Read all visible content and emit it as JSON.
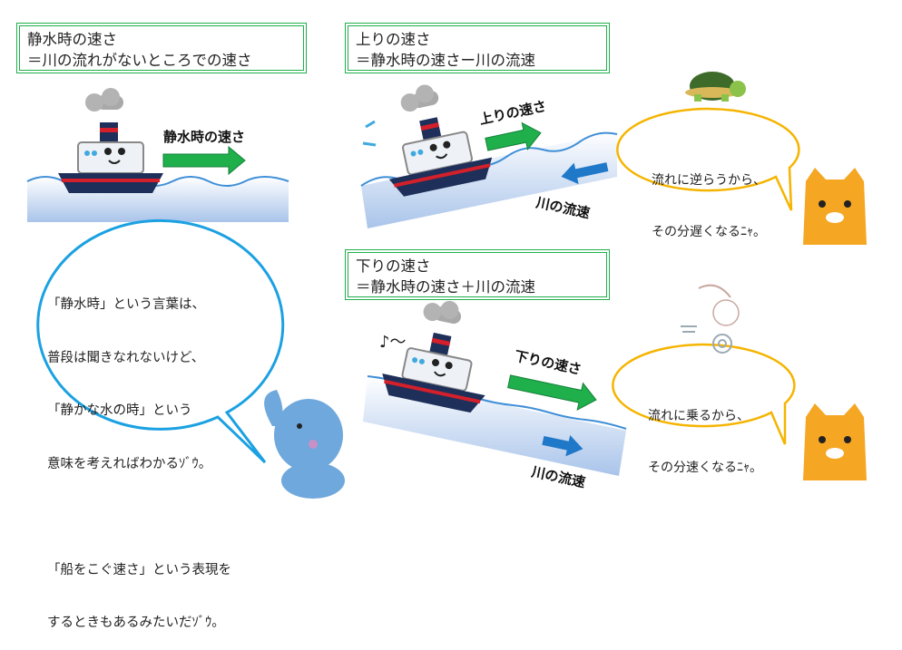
{
  "boxes": {
    "still": {
      "line1": "静水時の速さ",
      "line2": "＝川の流れがないところでの速さ"
    },
    "upstream": {
      "line1": "上りの速さ",
      "line2": "＝静水時の速さー川の流速"
    },
    "downstream": {
      "line1": "下りの速さ",
      "line2": "＝静水時の速さ＋川の流速"
    }
  },
  "labels": {
    "still_speed": "静水時の速さ",
    "up_speed": "上りの速さ",
    "down_speed": "下りの速さ",
    "current_up": "川の流速",
    "current_down": "川の流速",
    "humming": "♪～"
  },
  "bubbles": {
    "elephant": {
      "lines": [
        "「静水時」という言葉は、",
        "普段は聞きなれないけど、",
        "「静かな水の時」という",
        "意味を考えればわかるｿﾞｳ。",
        "",
        "「船をこぐ速さ」という表現を",
        "するときもあるみたいだｿﾞｳ。"
      ]
    },
    "cat_up": {
      "lines": [
        "流れに逆らうから、",
        "その分遅くなるﾆｬ。"
      ]
    },
    "cat_down": {
      "lines": [
        "流れに乗るから、",
        "その分速くなるﾆｬ。"
      ]
    }
  },
  "colors": {
    "green": "#1FAF4B",
    "blue_bubble": "#1BA1E2",
    "orange_bubble": "#F5B400",
    "current_arrow": "#1F78C8"
  }
}
